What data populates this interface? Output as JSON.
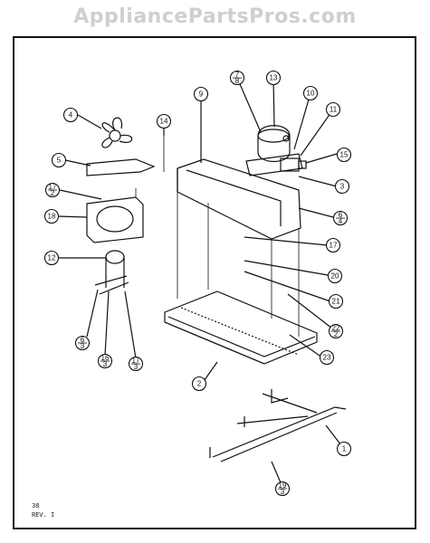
{
  "watermark": "AppliancePartsPros.com",
  "footnote": {
    "line1": "38",
    "line2": "REV. I"
  },
  "callouts": [
    {
      "id": "c4",
      "label": "4",
      "sub": ""
    },
    {
      "id": "c5",
      "label": "5",
      "sub": ""
    },
    {
      "id": "c17a",
      "label": "17",
      "sub": "2"
    },
    {
      "id": "c18",
      "label": "18",
      "sub": ""
    },
    {
      "id": "c12",
      "label": "12",
      "sub": ""
    },
    {
      "id": "c6a",
      "label": "6",
      "sub": "3"
    },
    {
      "id": "c16",
      "label": "16",
      "sub": "3"
    },
    {
      "id": "c17b",
      "label": "17",
      "sub": "3"
    },
    {
      "id": "c14",
      "label": "14",
      "sub": ""
    },
    {
      "id": "c9",
      "label": "9",
      "sub": ""
    },
    {
      "id": "c7",
      "label": "7",
      "sub": "8"
    },
    {
      "id": "c13",
      "label": "13",
      "sub": ""
    },
    {
      "id": "c10",
      "label": "10",
      "sub": ""
    },
    {
      "id": "c11",
      "label": "11",
      "sub": ""
    },
    {
      "id": "c15",
      "label": "15",
      "sub": ""
    },
    {
      "id": "c3",
      "label": "3",
      "sub": ""
    },
    {
      "id": "c6b",
      "label": "6",
      "sub": "4"
    },
    {
      "id": "c17c",
      "label": "17",
      "sub": ""
    },
    {
      "id": "c20",
      "label": "20",
      "sub": ""
    },
    {
      "id": "c21",
      "label": "21",
      "sub": ""
    },
    {
      "id": "c22",
      "label": "22",
      "sub": "2"
    },
    {
      "id": "c23",
      "label": "23",
      "sub": ""
    },
    {
      "id": "c2",
      "label": "2",
      "sub": ""
    },
    {
      "id": "c1",
      "label": "1",
      "sub": ""
    },
    {
      "id": "c19",
      "label": "19",
      "sub": "3"
    }
  ]
}
